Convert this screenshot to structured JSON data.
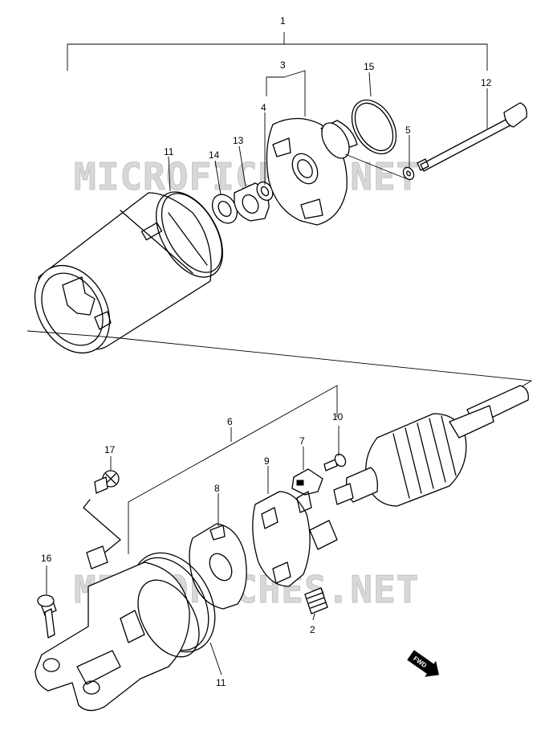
{
  "watermark": {
    "text": "MICROFICHES.NET"
  },
  "direction_badge": {
    "label": "FWD"
  },
  "callouts": [
    {
      "id": "1",
      "label": "1"
    },
    {
      "id": "3",
      "label": "3"
    },
    {
      "id": "15",
      "label": "15"
    },
    {
      "id": "12",
      "label": "12"
    },
    {
      "id": "4",
      "label": "4"
    },
    {
      "id": "11a",
      "label": "11"
    },
    {
      "id": "14",
      "label": "14"
    },
    {
      "id": "13",
      "label": "13"
    },
    {
      "id": "5",
      "label": "5"
    },
    {
      "id": "6",
      "label": "6"
    },
    {
      "id": "10",
      "label": "10"
    },
    {
      "id": "7",
      "label": "7"
    },
    {
      "id": "17",
      "label": "17"
    },
    {
      "id": "9",
      "label": "9"
    },
    {
      "id": "8",
      "label": "8"
    },
    {
      "id": "16",
      "label": "16"
    },
    {
      "id": "2",
      "label": "2"
    },
    {
      "id": "11b",
      "label": "11"
    }
  ]
}
